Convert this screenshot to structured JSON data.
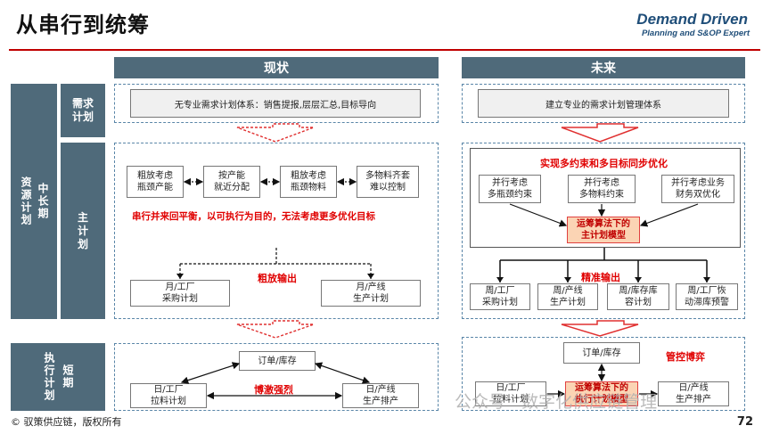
{
  "title": "从串行到统筹",
  "logo": {
    "main": "Demand Driven",
    "sub": "Planning and S&OP Expert"
  },
  "headers": {
    "current": "现状",
    "future": "未来"
  },
  "side": {
    "resource": "资源计划",
    "mid_long": "中长期",
    "execution": "执行计划",
    "short": "短期",
    "demand": "需求\n计划",
    "master": "主\n计\n划"
  },
  "current": {
    "demand_box": "无专业需求计划体系：销售提报,层层汇总,目标导向",
    "master_boxes": [
      "粗放考虑\n瓶颈产能",
      "按产能\n就近分配",
      "粗放考虑\n瓶颈物料",
      "多物料齐套\n难以控制"
    ],
    "master_note": "串行并来回平衡，以可执行为目的，无法考虑更多优化目标",
    "output_label": "粗放输出",
    "outputs": [
      "月/工厂\n采购计划",
      "月/产线\n生产计划"
    ],
    "exec_center": "订单/库存",
    "exec_left": "日/工厂\n拉料计划",
    "exec_right": "日/产线\n生产排产",
    "exec_label": "博激强烈"
  },
  "future": {
    "demand_box": "建立专业的需求计划管理体系",
    "master_title": "实现多约束和多目标同步优化",
    "master_boxes": [
      "并行考虑\n多瓶颈约束",
      "并行考虑\n多物料约束",
      "并行考虑业务\n财务双优化"
    ],
    "master_engine": "运筹算法下的\n主计划模型",
    "output_label": "精准输出",
    "outputs": [
      "周/工厂\n采购计划",
      "周/产线\n生产计划",
      "周/库存库\n容计划",
      "周/工厂恢\n动滞库预警"
    ],
    "exec_center": "订单/库存",
    "exec_label": "管控博弈",
    "exec_left": "日/工厂\n拉料计划",
    "exec_engine": "运筹算法下的\n执行计划模型",
    "exec_right": "日/产线\n生产排产"
  },
  "footer": "© 驭策供应链，版权所有",
  "page_number": "72",
  "watermark": "公众号 · 数字化供应链管理"
}
